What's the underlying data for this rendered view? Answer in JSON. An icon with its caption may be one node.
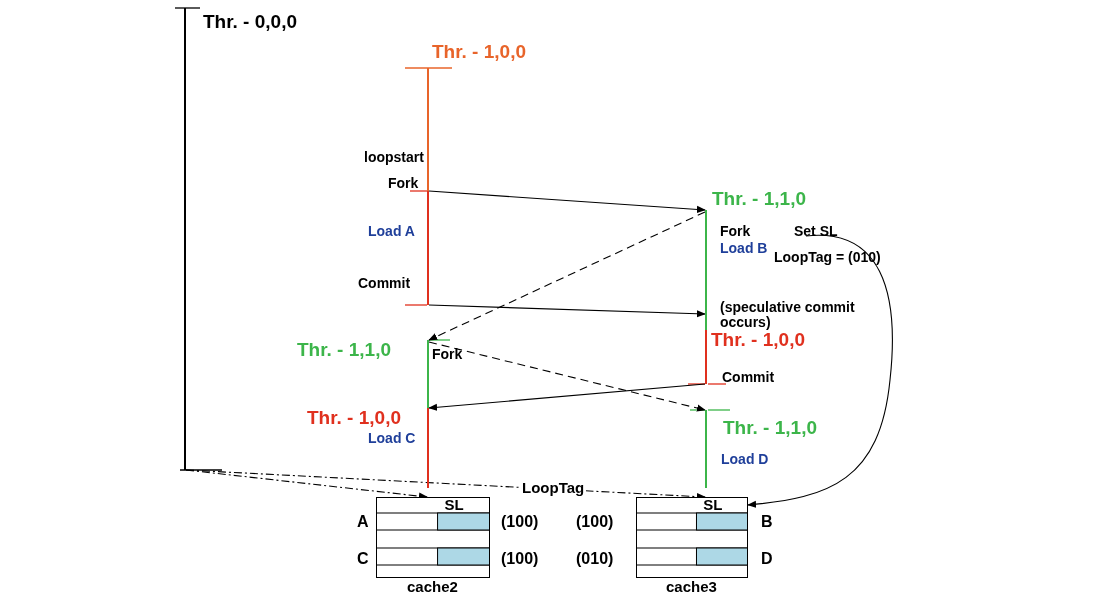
{
  "diagram": {
    "nodes": [
      {
        "text": [],
        "shape": "bar",
        "beside": [
          "Thr. - 0,0,0"
        ]
      },
      {
        "text": [],
        "shape": "bar",
        "beside": [
          "Thr. - 1,0,0",
          "loopstart"
        ]
      },
      {
        "text": [],
        "shape": "bar",
        "beside": [
          "Fork",
          "Load A",
          "Commit"
        ]
      },
      {
        "text": [],
        "shape": "bar",
        "beside": [
          "Thr. - 1,1,0",
          "Fork",
          "Load B",
          "(speculative commit occurs)"
        ]
      },
      {
        "text": [],
        "shape": "bar",
        "beside": [
          "Thr. - 1,0,0",
          "Commit"
        ]
      },
      {
        "text": [],
        "shape": "bar",
        "beside": [
          "Thr. - 1,1,0",
          "Fork"
        ]
      },
      {
        "text": [],
        "shape": "bar",
        "beside": [
          "Thr. - 1,0,0",
          "Load C"
        ]
      },
      {
        "text": [],
        "shape": "bar",
        "beside": [
          "Thr. - 1,1,0",
          "Load D"
        ]
      },
      {
        "text": [
          "Set SL"
        ]
      },
      {
        "text": [
          "SL",
          "cache2"
        ],
        "beside": [
          "A",
          "(100)",
          "C",
          "(100)"
        ]
      },
      {
        "text": [
          "SL",
          "cache3"
        ],
        "beside": [
          "(100)",
          "B",
          "(010)",
          "D"
        ]
      }
    ],
    "edges": [
      {
        "from": 2,
        "to": 3,
        "arrow": "to"
      },
      {
        "from": 2,
        "to": 3,
        "arrow": "to"
      },
      {
        "from": 3,
        "to": 5,
        "arrow": "to",
        "style": "dashed"
      },
      {
        "from": 5,
        "to": 7,
        "arrow": "to",
        "style": "dashed"
      },
      {
        "from": 4,
        "to": 6,
        "arrow": "to"
      },
      {
        "from": 0,
        "to": 9,
        "arrow": "to",
        "style": "dashed"
      },
      {
        "from": 0,
        "to": 10,
        "arrow": "to",
        "style": "dashed",
        "label": "LoopTag"
      },
      {
        "from": 8,
        "to": 10,
        "arrow": "to"
      }
    ],
    "labels": [
      "LoopTag = (010)"
    ]
  }
}
